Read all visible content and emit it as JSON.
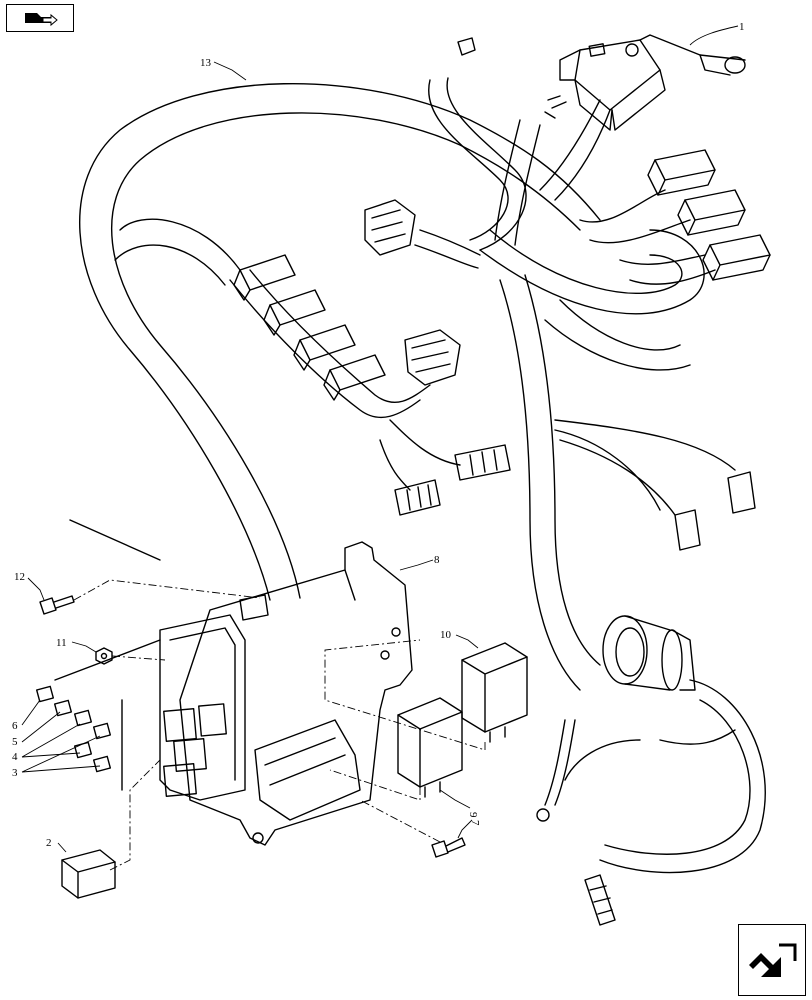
{
  "diagram": {
    "type": "exploded-parts-illustration",
    "callouts": {
      "c1": "1",
      "c2": "2",
      "c3": "3",
      "c4": "4",
      "c5": "5",
      "c6": "6",
      "c7": "7",
      "c8": "8",
      "c9": "9",
      "c10": "10",
      "c11": "11",
      "c12": "12",
      "c13": "13"
    },
    "icons": {
      "top_left": "book-arrow-icon",
      "bottom_right": "next-page-arrow-icon"
    },
    "line_color": "#000000",
    "background": "#ffffff"
  }
}
